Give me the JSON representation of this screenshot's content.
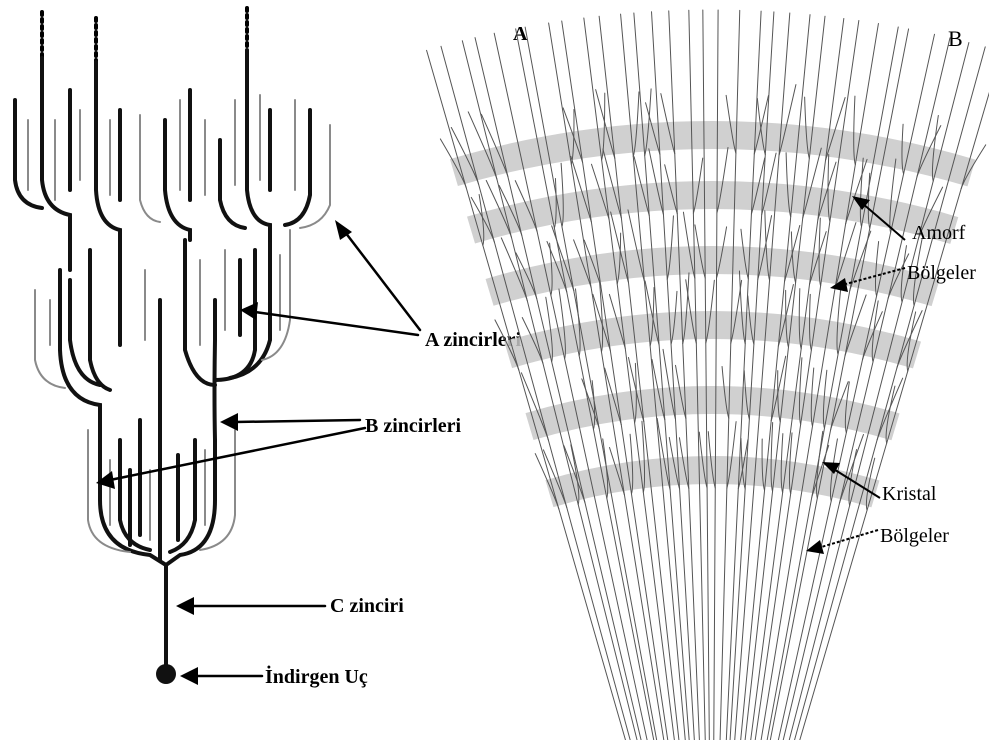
{
  "panel_a": {
    "letter": "A",
    "labels": {
      "a_chains": "A zincirleri",
      "b_chains": "B zincirleri",
      "c_chain": "C zinciri",
      "reducing_end": "İndirgen Uç"
    }
  },
  "panel_b": {
    "letter": "B",
    "labels": {
      "amorphous_line1": "Amorf",
      "amorphous_line2": "Bölgeler",
      "crystal_line1": "Kristal",
      "crystal_line2": "Bölgeler"
    }
  },
  "colors": {
    "ink": "#000000",
    "chain_dark": "#111111",
    "chain_light": "#8a8a8a",
    "band": "#c8c8c8"
  }
}
